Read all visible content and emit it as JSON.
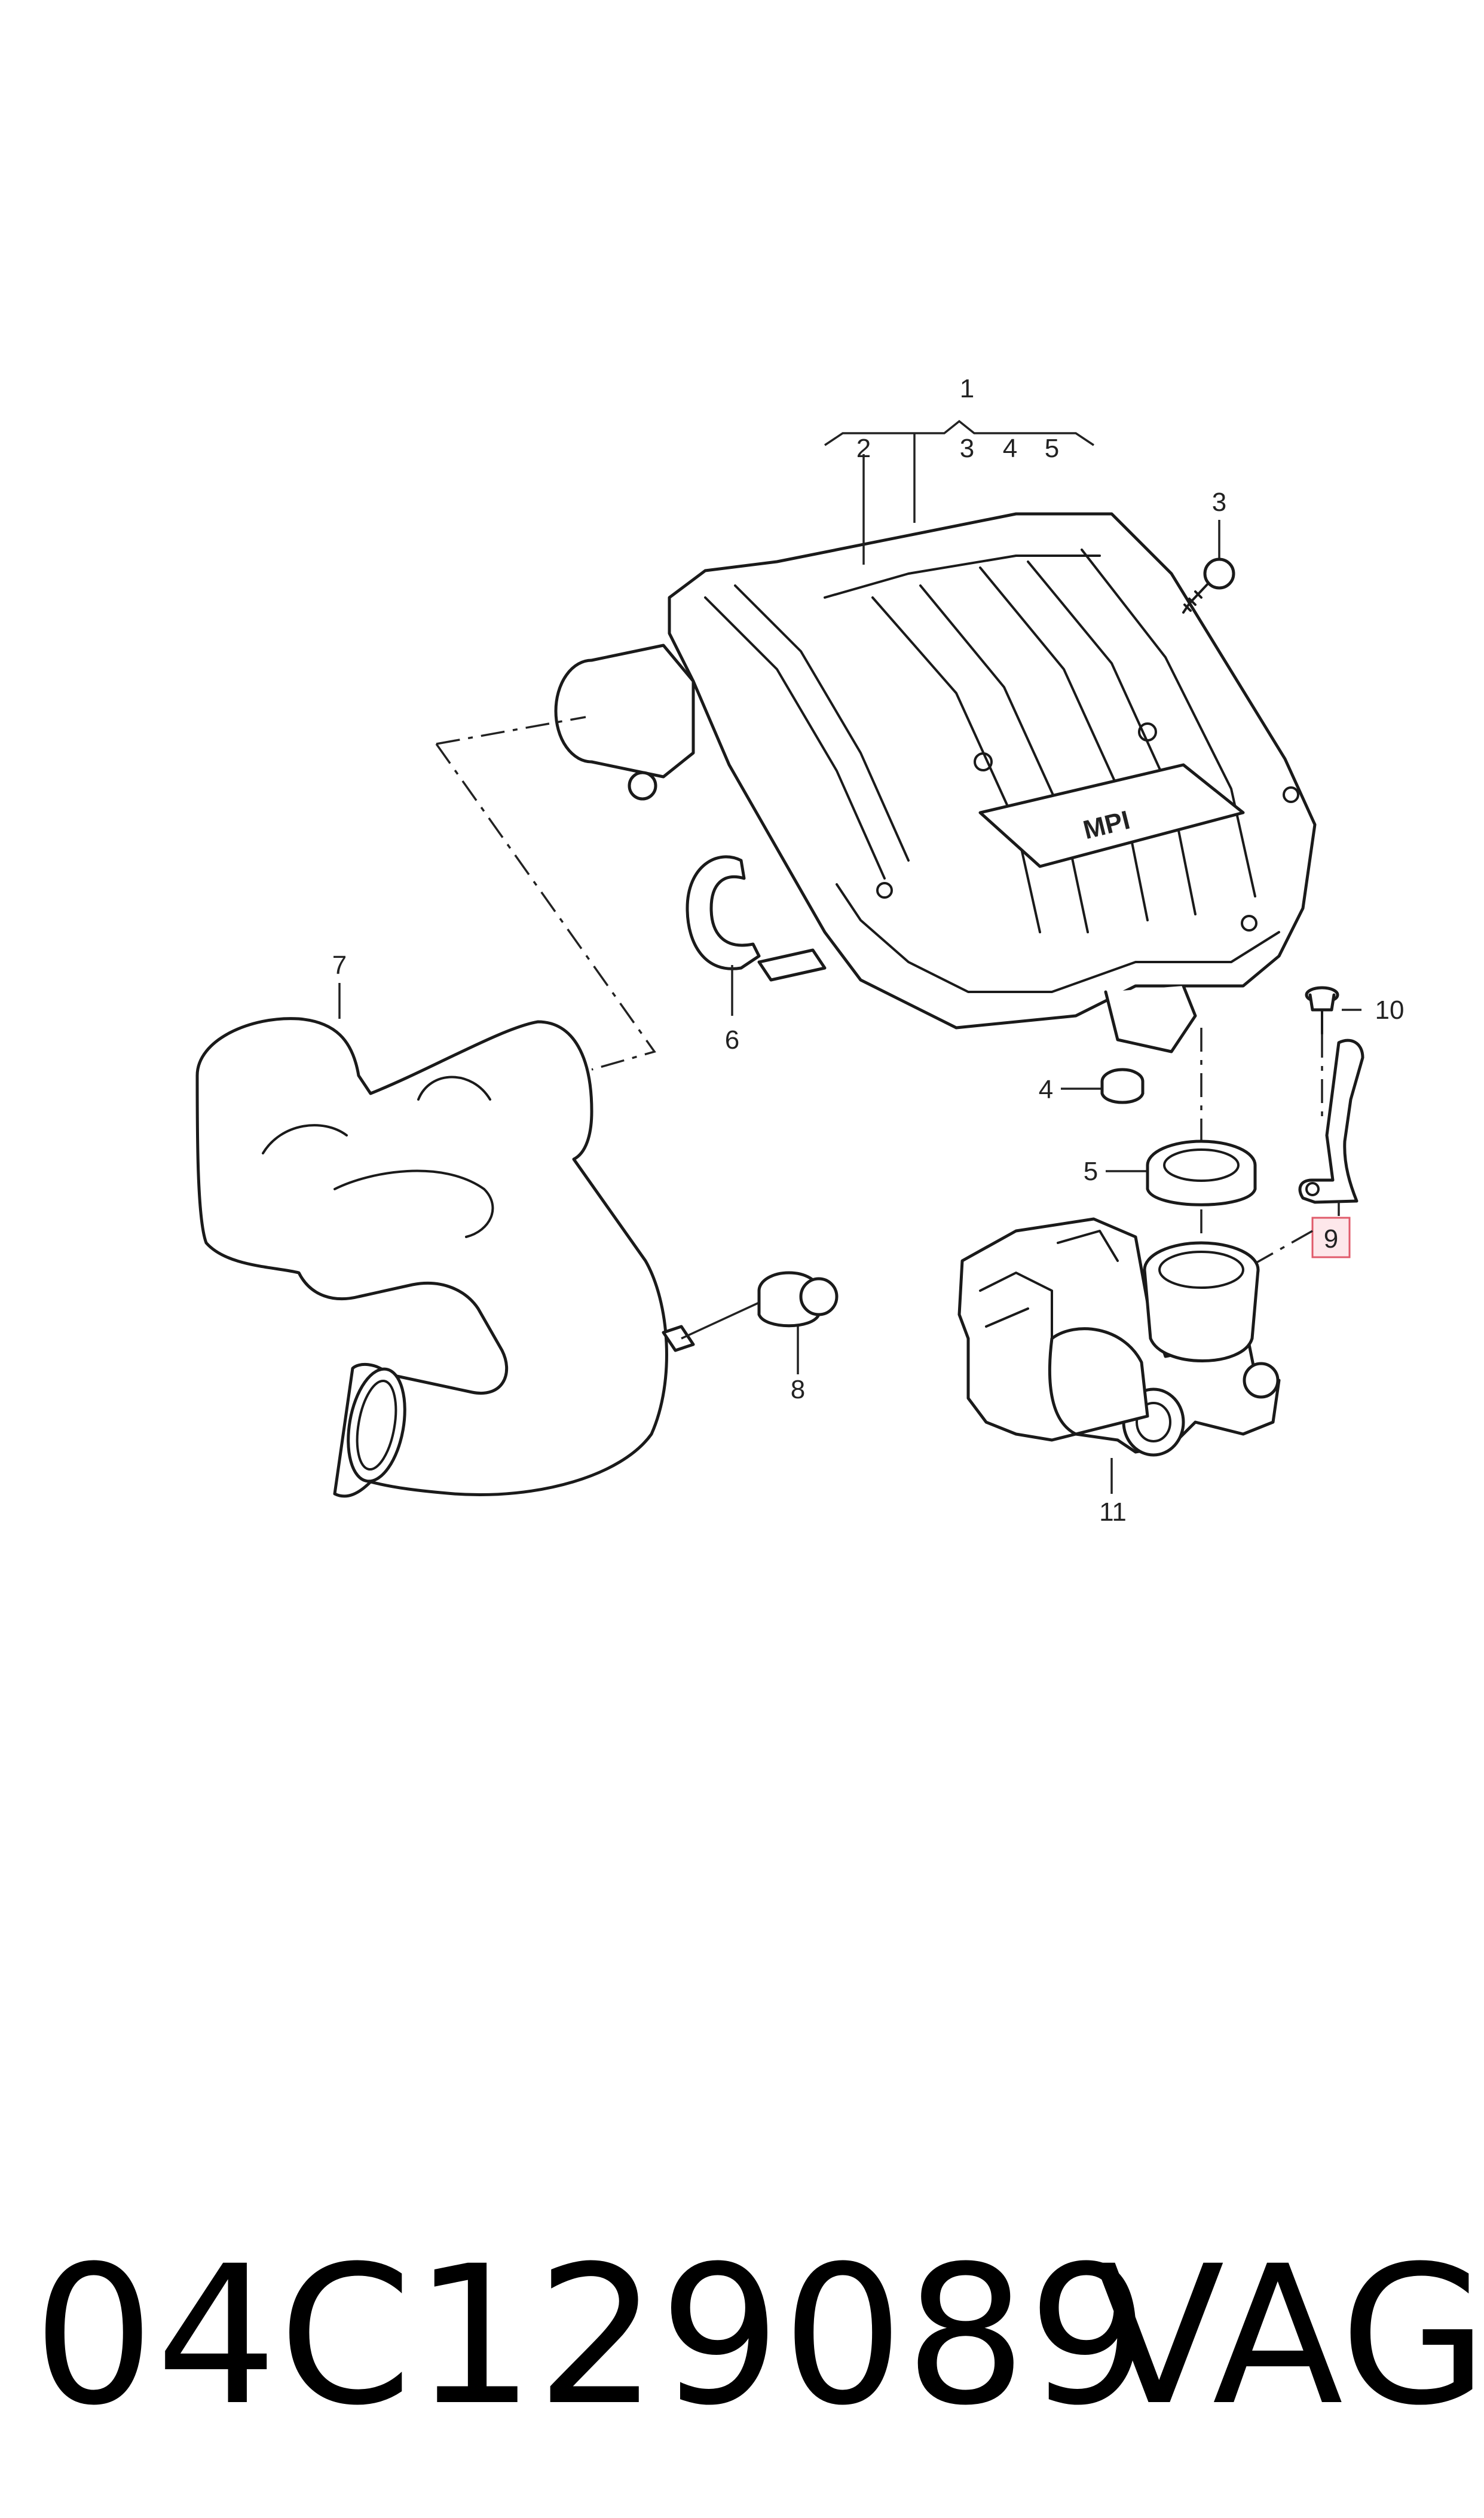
{
  "diagram": {
    "callouts": {
      "c1": "1",
      "c2": "2",
      "c3a": "3",
      "c4a": "4",
      "c5a": "5",
      "c3b": "3",
      "c4b": "4",
      "c5b": "5",
      "c6": "6",
      "c7": "7",
      "c8": "8",
      "c9": "9",
      "c10": "10",
      "c11": "11"
    },
    "emblem": "MPI",
    "highlighted_callout": "9",
    "highlight_color": "#e05a6a"
  },
  "caption": {
    "part_number": "04C129089",
    "brand": "VAG"
  }
}
